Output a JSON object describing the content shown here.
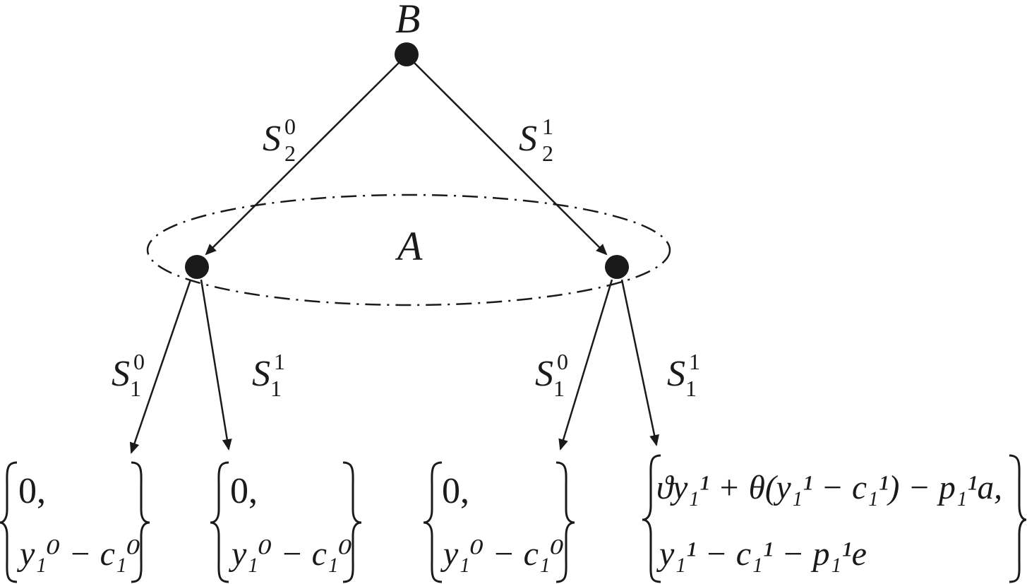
{
  "nodes": {
    "root_label": "B",
    "info_set_label": "A"
  },
  "edges": {
    "root_left": {
      "symbol": "S",
      "sub": "2",
      "sup": "0"
    },
    "root_right": {
      "symbol": "S",
      "sub": "2",
      "sup": "1"
    },
    "ll": {
      "symbol": "S",
      "sub": "1",
      "sup": "0"
    },
    "lr": {
      "symbol": "S",
      "sub": "1",
      "sup": "1"
    },
    "rl": {
      "symbol": "S",
      "sub": "1",
      "sup": "0"
    },
    "rr": {
      "symbol": "S",
      "sub": "1",
      "sup": "1"
    }
  },
  "payoffs": {
    "p1": {
      "line1": "0,",
      "line2": "y₁⁰ − c₁⁰"
    },
    "p2": {
      "line1": "0,",
      "line2": "y₁⁰ − c₁⁰"
    },
    "p3": {
      "line1": "0,",
      "line2": "y₁⁰ − c₁⁰"
    },
    "p4": {
      "line1": "ϑy₁¹ + θ(y₁¹ − c₁¹) − p₁¹a,",
      "line2": "y₁¹ − c₁¹ − p₁¹e"
    }
  },
  "colors": {
    "ink": "#1a1a1a"
  }
}
